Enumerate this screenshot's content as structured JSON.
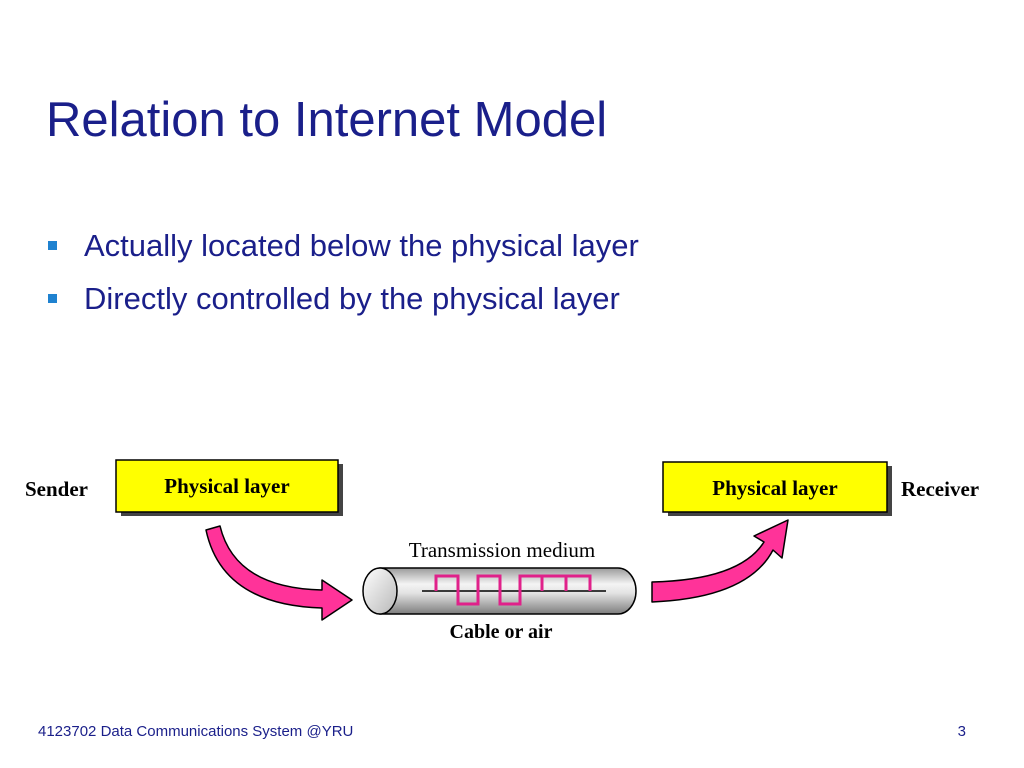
{
  "slide": {
    "title": "Relation to Internet Model",
    "bullets": [
      "Actually located below the physical layer",
      "Directly controlled by the physical layer"
    ],
    "footer": {
      "course": "4123702 Data Communications System @YRU",
      "page_number": "3"
    }
  },
  "diagram": {
    "sender_label": "Sender",
    "receiver_label": "Receiver",
    "left_box_label": "Physical layer",
    "right_box_label": "Physical layer",
    "medium_label": "Transmission medium",
    "medium_caption": "Cable or air",
    "colors": {
      "box_fill": "#ffff00",
      "arrow_fill": "#ff3399",
      "signal": "#e0218a",
      "title_text": "#1a1f8a",
      "bullet_marker": "#1f82d0"
    },
    "icons": [
      "curved-arrow-icon",
      "signal-wave-icon"
    ]
  }
}
